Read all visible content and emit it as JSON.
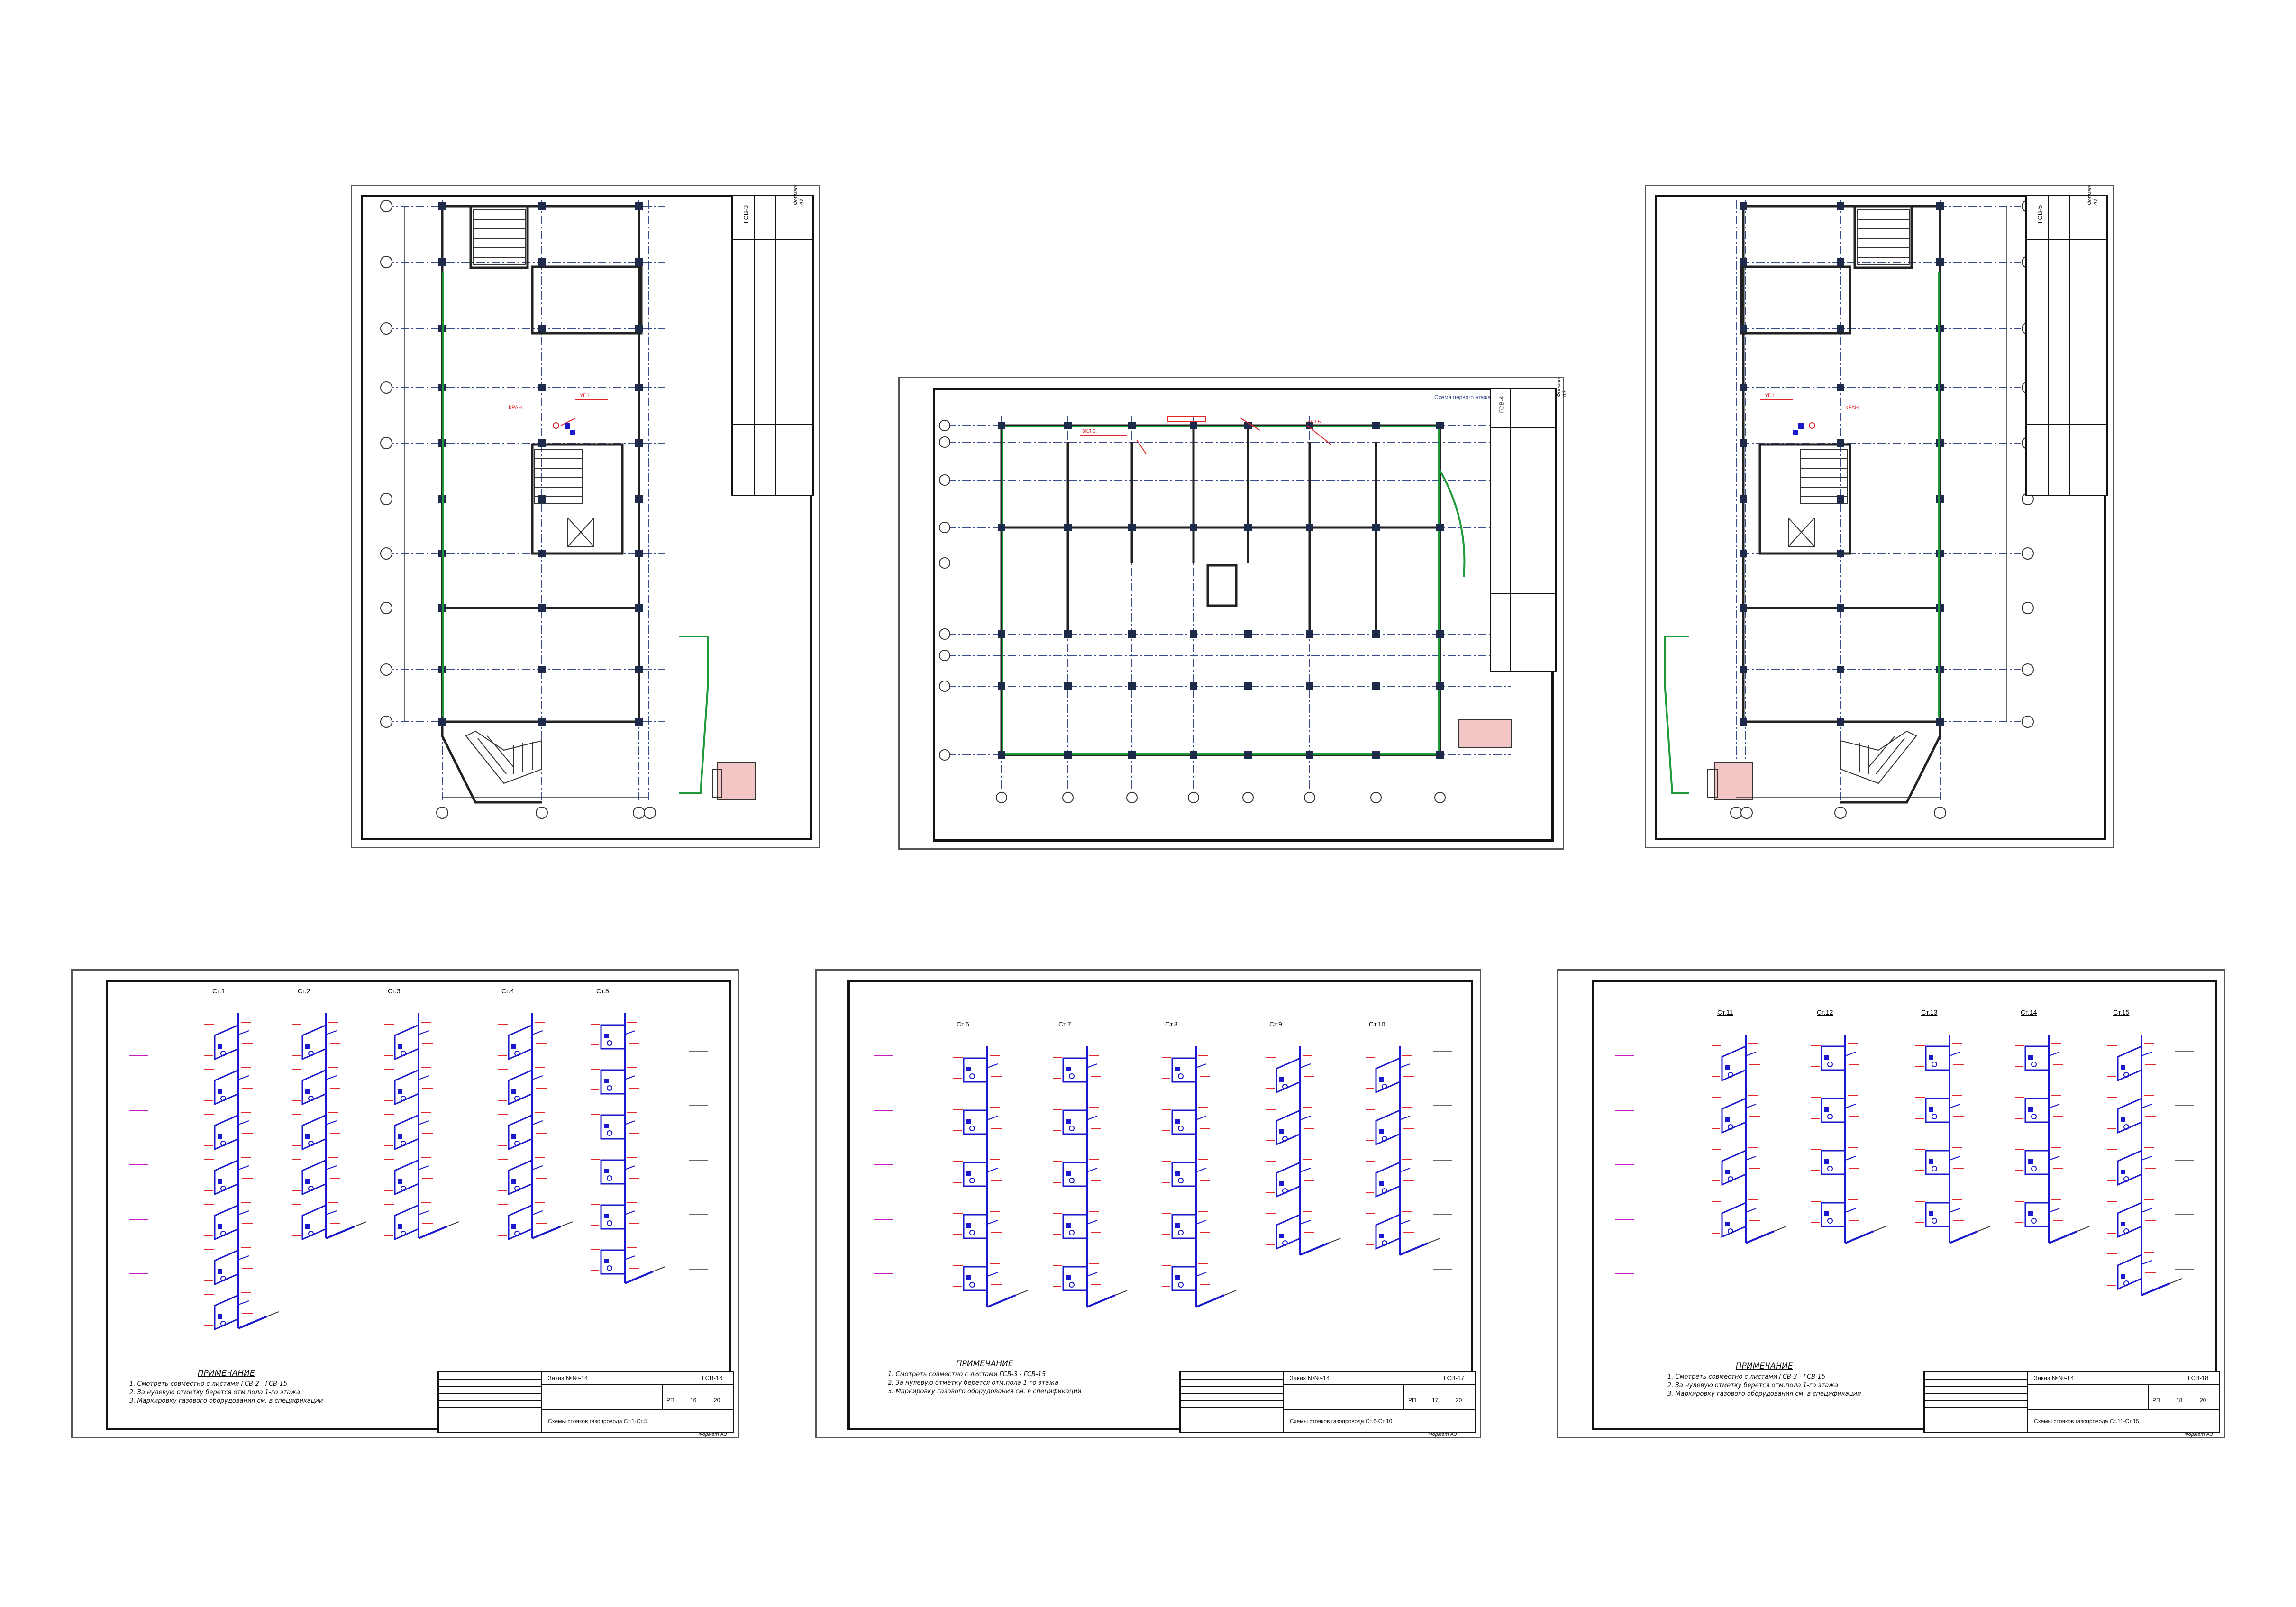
{
  "format_label": "Формат А3",
  "sheets": {
    "plan_left": {
      "code": "ГСВ-3"
    },
    "plan_center": {
      "code": "ГСВ-4",
      "stamp_title": "Схема первого этажа"
    },
    "plan_right": {
      "code": "ГСВ-5"
    },
    "riser_a": {
      "order": "Заказ №№-14",
      "code": "ГСВ-16",
      "title": "Схемы стояков газопровода Ст.1-Ст.5",
      "risers": [
        "Ст.1",
        "Ст.2",
        "Ст.3",
        "Ст.4",
        "Ст.5"
      ],
      "notes_title": "ПРИМЕЧАНИЕ",
      "notes": [
        "1. Смотреть совместно с листами ГСВ-2 - ГСВ-15",
        "2. За нулевую отметку берется отм.пола 1-го этажа",
        "3. Маркировку газового оборудования см. в спецификации"
      ],
      "stage": "РП",
      "sheet": "16",
      "sheets": "20"
    },
    "riser_b": {
      "order": "Заказ №№-14",
      "code": "ГСВ-17",
      "title": "Схемы стояков газопровода Ст.6-Ст.10",
      "risers": [
        "Ст.6",
        "Ст.7",
        "Ст.8",
        "Ст.9",
        "Ст.10"
      ],
      "notes_title": "ПРИМЕЧАНИЕ",
      "notes": [
        "1. Смотреть совместно с листами ГСВ-3 - ГСВ-15",
        "2. За нулевую отметку берется отм.пола 1-го этажа",
        "3. Маркировку газового оборудования см. в спецификации"
      ],
      "stage": "РП",
      "sheet": "17",
      "sheets": "20"
    },
    "riser_c": {
      "order": "Заказ №№-14",
      "code": "ГСВ-18",
      "title": "Схемы стояков газопровода Ст.11-Ст.15",
      "risers": [
        "Ст.11",
        "Ст.12",
        "Ст.13",
        "Ст.14",
        "Ст.15"
      ],
      "notes_title": "ПРИМЕЧАНИЕ",
      "notes": [
        "1. Смотреть совместно с листами ГСВ-3 - ГСВ-15",
        "2. За нулевую отметку берется отм.пола 1-го этажа",
        "3. Маркировку газового оборудования см. в спецификации"
      ],
      "stage": "РП",
      "sheet": "18",
      "sheets": "20"
    }
  },
  "colors": {
    "pipe": "#1a1acc",
    "mark": "#e0262b",
    "green": "#1f9a3a",
    "grid": "#3a4a8a",
    "magenta": "#c21ec2"
  }
}
